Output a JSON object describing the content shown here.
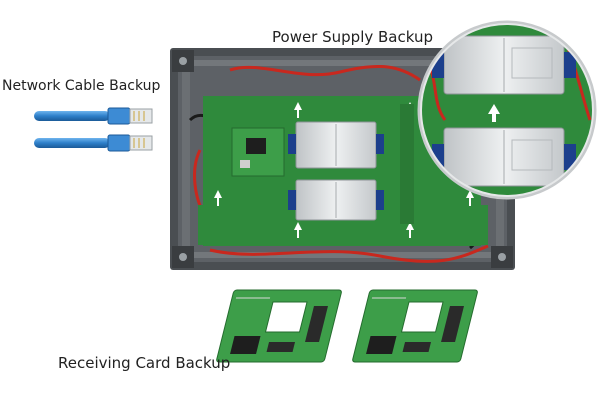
{
  "labels": {
    "network_cable_backup": "Network Cable Backup",
    "power_supply_backup": "Power Supply Backup",
    "receiving_card_backup": "Receiving Card Backup"
  },
  "colors": {
    "cabinet_frame": "#4a4e52",
    "pcb_green": "#2f8a3c",
    "psu_silver": "#d9dcde",
    "cable_blue": "#2e7fc9",
    "wire_red": "#c8281e"
  }
}
